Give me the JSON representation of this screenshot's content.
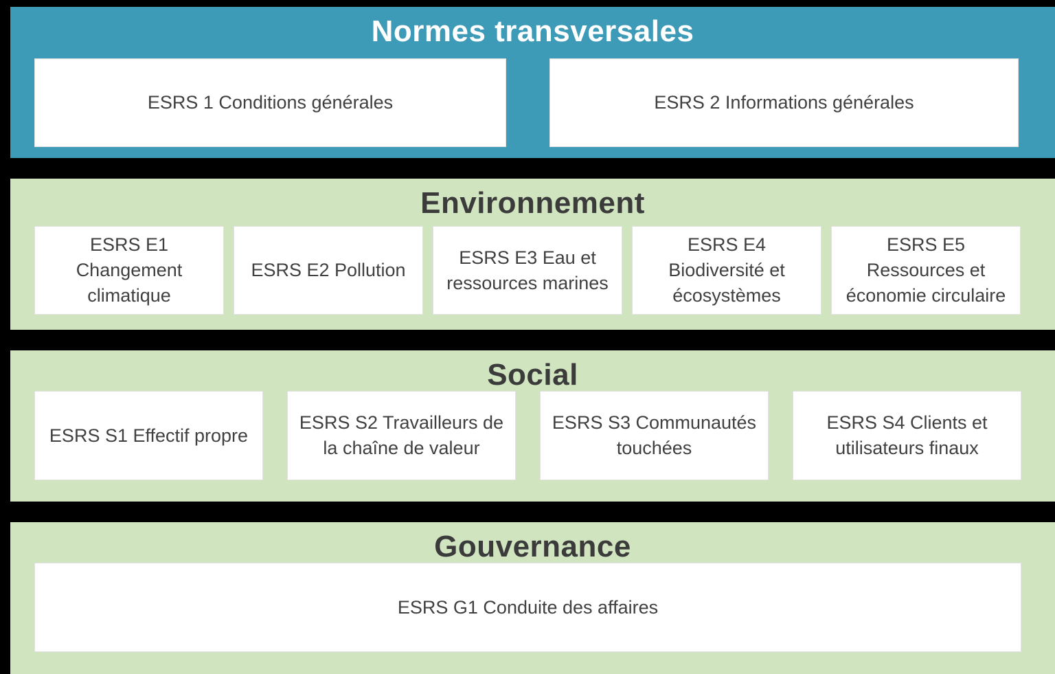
{
  "colors": {
    "background": "#000000",
    "transversal_band": "#3E9BB8",
    "topic_band": "#CFE4BF",
    "box_fill": "#FFFFFF",
    "box_text": "#404040",
    "title_on_blue": "#FFFFFF",
    "title_on_green": "#3B3B3B"
  },
  "sections": [
    {
      "id": "transversales",
      "title": "Normes transversales",
      "theme": "blue",
      "boxes": [
        {
          "label": "ESRS 1 Conditions générales"
        },
        {
          "label": "ESRS 2 Informations générales"
        }
      ]
    },
    {
      "id": "environnement",
      "title": "Environnement",
      "theme": "green",
      "boxes": [
        {
          "label": "ESRS E1 Changement climatique"
        },
        {
          "label": "ESRS E2 Pollution"
        },
        {
          "label": "ESRS E3 Eau et ressources marines"
        },
        {
          "label": "ESRS E4 Biodiversité et écosystèmes"
        },
        {
          "label": "ESRS E5 Ressources et économie circulaire"
        }
      ]
    },
    {
      "id": "social",
      "title": "Social",
      "theme": "green",
      "boxes": [
        {
          "label": "ESRS S1 Effectif propre"
        },
        {
          "label": "ESRS S2 Travailleurs de la chaîne de valeur"
        },
        {
          "label": "ESRS S3 Communautés touchées"
        },
        {
          "label": "ESRS S4 Clients et utilisateurs finaux"
        }
      ]
    },
    {
      "id": "gouvernance",
      "title": "Gouvernance",
      "theme": "green",
      "boxes": [
        {
          "label": "ESRS G1 Conduite des affaires"
        }
      ]
    }
  ]
}
